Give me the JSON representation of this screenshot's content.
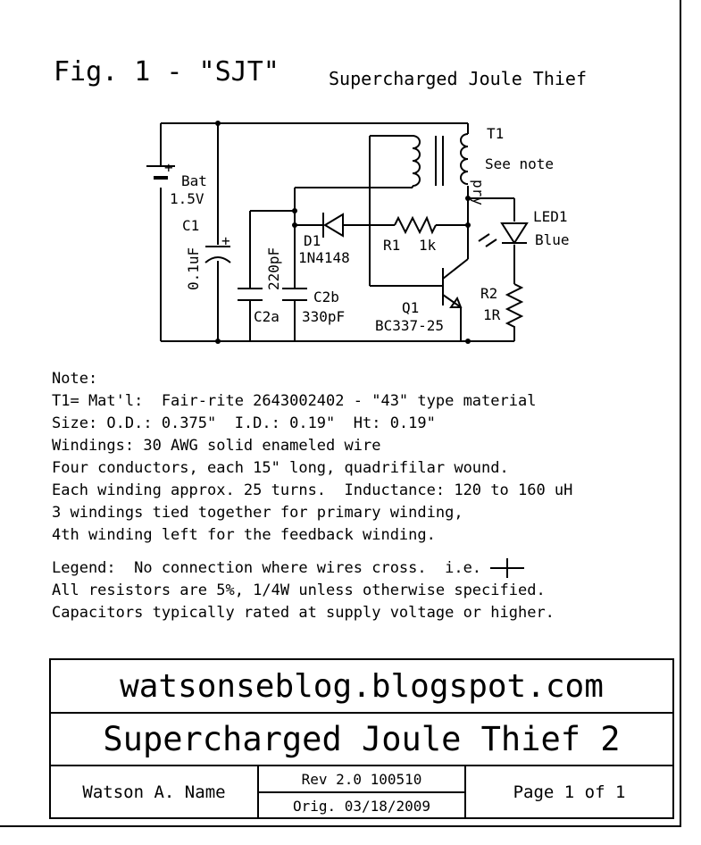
{
  "figure": {
    "title": "Fig. 1 - \"SJT\"",
    "subtitle": "Supercharged Joule Thief"
  },
  "components": {
    "battery_name": "Bat",
    "battery_value": "1.5V",
    "battery_plus": "+",
    "c1_name": "C1",
    "c1_value": "0.1uF",
    "c1_plus": "+",
    "c2a_name": "C2a",
    "c2a_value": "220pF",
    "c2b_name": "C2b",
    "c2b_value": "330pF",
    "d1_name": "D1",
    "d1_value": "1N4148",
    "r1_name": "R1",
    "r1_value": "1k",
    "q1_name": "Q1",
    "q1_value": "BC337-25",
    "t1_name": "T1",
    "t1_note": "See note",
    "t1_pry": "pry",
    "led_name": "LED1",
    "led_color": "Blue",
    "r2_name": "R2",
    "r2_value": "1R"
  },
  "notes": {
    "heading": "Note:",
    "lines": [
      "T1= Mat'l:  Fair-rite 2643002402 - \"43\" type material",
      "Size: O.D.: 0.375\"  I.D.: 0.19\"  Ht: 0.19\"",
      "Windings: 30 AWG solid enameled wire",
      "Four conductors, each 15\" long, quadrifilar wound.",
      "Each winding approx. 25 turns.  Inductance: 120 to 160 uH",
      "3 windings tied together for primary winding,",
      "4th winding left for the feedback winding."
    ],
    "legend_line1": "Legend:  No connection where wires cross.  i.e.",
    "legend_line2": "All resistors are 5%, 1/4W unless otherwise specified.",
    "legend_line3": "Capacitors typically rated at supply voltage or higher."
  },
  "title_block": {
    "website": "watsonseblog.blogspot.com",
    "project": "Supercharged Joule Thief 2",
    "author": "Watson A. Name",
    "revision": "Rev 2.0 100510",
    "original": "Orig. 03/18/2009",
    "page": "Page 1 of 1"
  }
}
